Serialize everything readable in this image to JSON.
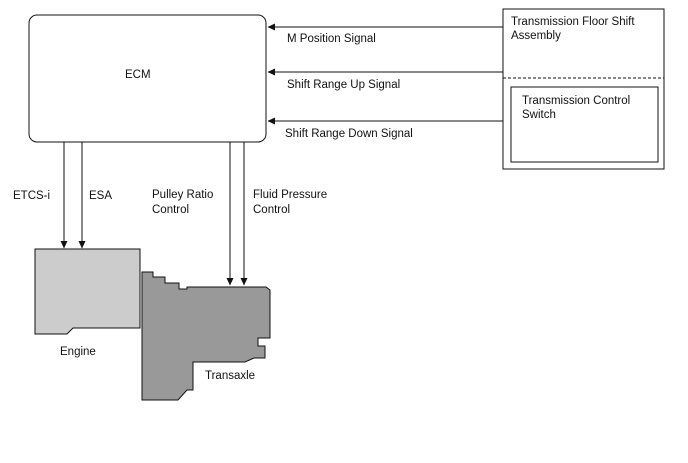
{
  "ecm": {
    "label": "ECM"
  },
  "floor_shift": {
    "label_line1": "Transmission Floor Shift",
    "label_line2": "Assembly"
  },
  "control_switch": {
    "label_line1": "Transmission Control",
    "label_line2": "Switch"
  },
  "signals": {
    "m_position": "M Position Signal",
    "shift_up": "Shift Range Up Signal",
    "shift_down": "Shift Range Down Signal"
  },
  "outputs": {
    "etcs": "ETCS-i",
    "esa": "ESA",
    "pulley_line1": "Pulley Ratio",
    "pulley_line2": "Control",
    "fluid_line1": "Fluid Pressure",
    "fluid_line2": "Control"
  },
  "components": {
    "engine": "Engine",
    "transaxle": "Transaxle"
  },
  "colors": {
    "engine_fill": "#cccccc",
    "transaxle_fill": "#999999",
    "line": "#111111"
  }
}
